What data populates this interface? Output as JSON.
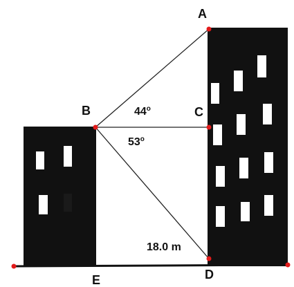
{
  "points": {
    "A": "A",
    "B": "B",
    "C": "C",
    "D": "D",
    "E": "E"
  },
  "angles": {
    "upper": {
      "value": "44",
      "unit": "o"
    },
    "lower": {
      "value": "53",
      "unit": "o"
    }
  },
  "distance_label": "18.0 m",
  "colors": {
    "building": "#111111",
    "window": "#ffffff",
    "line": "#222222",
    "point": "#e21b1b"
  }
}
